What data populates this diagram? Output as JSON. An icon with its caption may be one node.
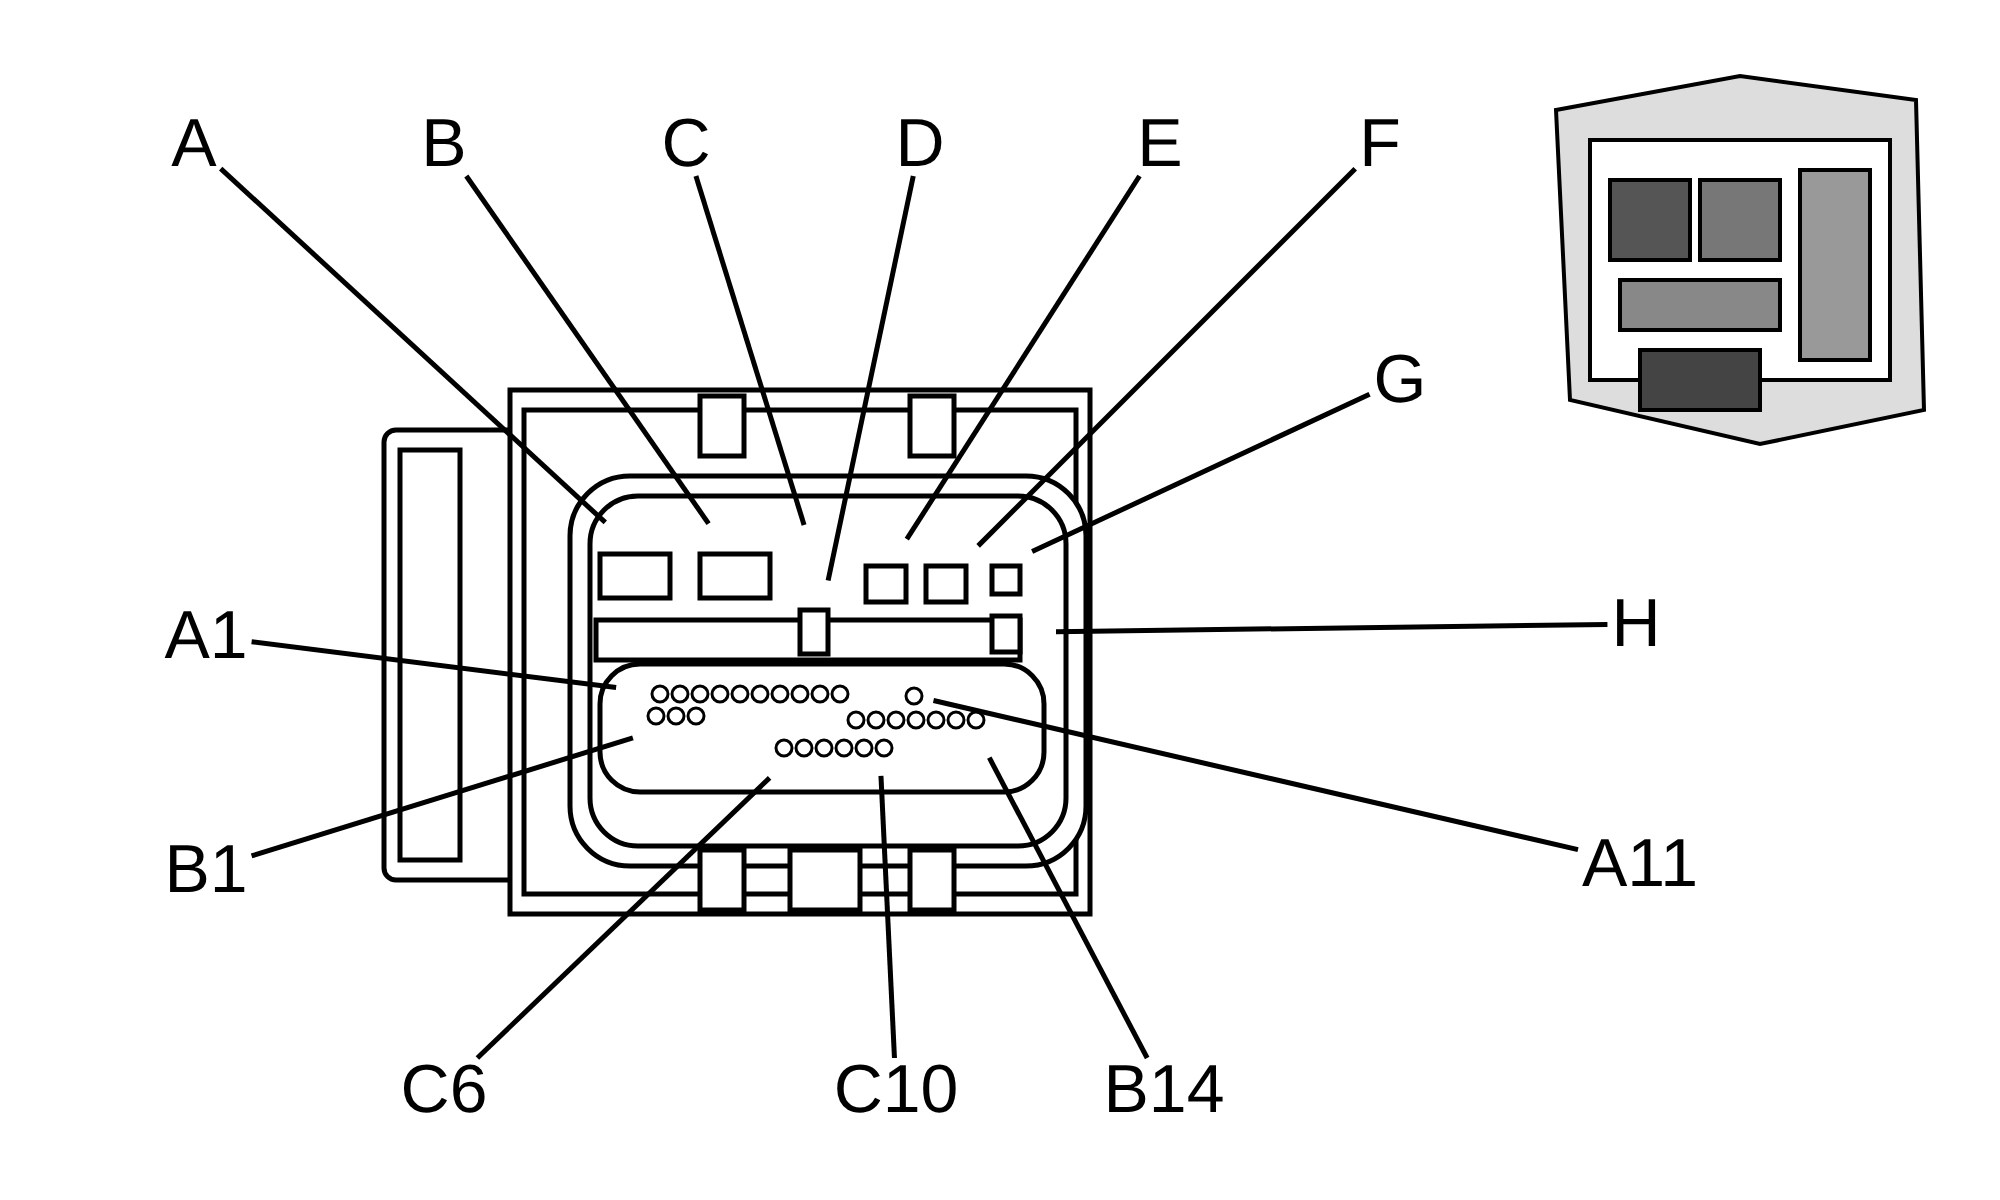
{
  "diagram": {
    "nodes": [
      {
        "text": [
          "A"
        ]
      },
      {
        "text": [
          "B"
        ]
      },
      {
        "text": [
          "C"
        ]
      },
      {
        "text": [
          "D"
        ]
      },
      {
        "text": [
          "E"
        ]
      },
      {
        "text": [
          "F"
        ]
      },
      {
        "text": [
          "G"
        ]
      },
      {
        "text": [
          "H"
        ]
      },
      {
        "text": [
          "A1"
        ]
      },
      {
        "text": [
          "B1"
        ]
      },
      {
        "text": [
          "C6"
        ]
      },
      {
        "text": [
          "C10"
        ]
      },
      {
        "text": [
          "B14"
        ]
      },
      {
        "text": [
          "A11"
        ]
      }
    ],
    "edges": [
      {
        "from": 0,
        "to": null,
        "arrow": "none"
      },
      {
        "from": 1,
        "to": null,
        "arrow": "none"
      },
      {
        "from": 2,
        "to": null,
        "arrow": "none"
      },
      {
        "from": 3,
        "to": null,
        "arrow": "none"
      },
      {
        "from": 4,
        "to": null,
        "arrow": "none"
      },
      {
        "from": 5,
        "to": null,
        "arrow": "none"
      },
      {
        "from": 6,
        "to": null,
        "arrow": "none"
      },
      {
        "from": 7,
        "to": null,
        "arrow": "none"
      },
      {
        "from": 8,
        "to": null,
        "arrow": "none"
      },
      {
        "from": 9,
        "to": null,
        "arrow": "none"
      },
      {
        "from": 10,
        "to": null,
        "arrow": "none"
      },
      {
        "from": 11,
        "to": null,
        "arrow": "none"
      },
      {
        "from": 12,
        "to": null,
        "arrow": "none"
      },
      {
        "from": 13,
        "to": null,
        "arrow": "none"
      }
    ]
  }
}
